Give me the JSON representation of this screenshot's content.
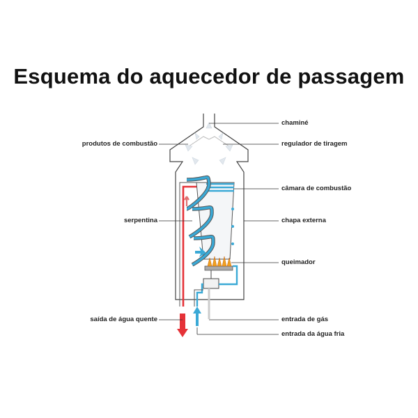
{
  "title": "Esquema do aquecedor de passagem",
  "labels": {
    "chimney": "chaminé",
    "combustion_products": "produtos de combustão",
    "draft_regulator": "regulador de tiragem",
    "combustion_chamber": "câmara de combustão",
    "coil": "serpentina",
    "outer_plate": "chapa externa",
    "burner": "queimador",
    "hot_water_out": "saída de água quente",
    "gas_in": "entrada de gás",
    "cold_water_in": "entrada da água fria"
  },
  "colors": {
    "hot_water": "#e53238",
    "cold_water": "#3aa9d6",
    "pipe_outline": "#333333",
    "flow_arrow": "#dde6ee",
    "flame": "#f0a020"
  }
}
